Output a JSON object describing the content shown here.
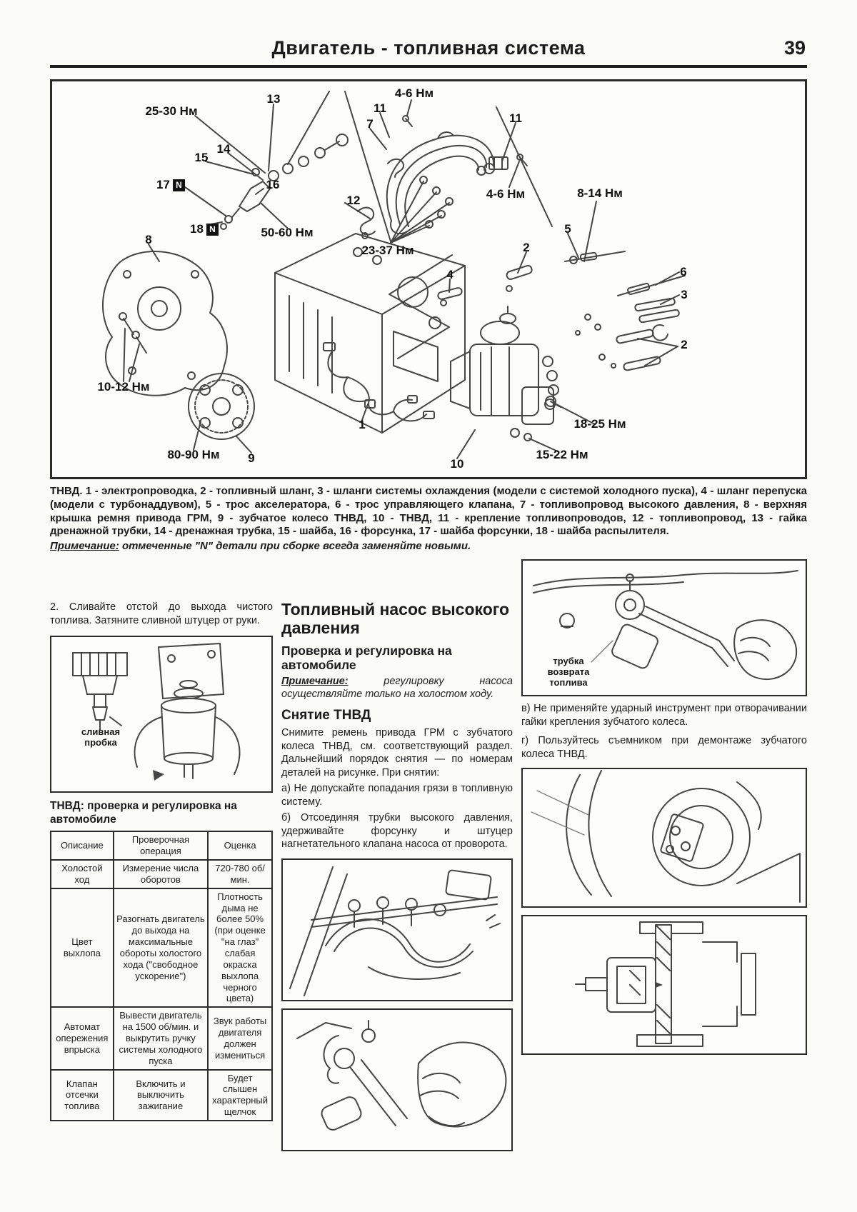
{
  "header": {
    "title": "Двигатель - топливная система",
    "page_number": "39"
  },
  "figure": {
    "badge": "N",
    "labels": [
      "25-30 Нм",
      "13",
      "4-6 Нм",
      "11",
      "7",
      "11",
      "14",
      "15",
      "17",
      "16",
      "12",
      "4-6 Нм",
      "8-14 Нм",
      "18",
      "50-60 Нм",
      "23-37 Нм",
      "8",
      "5",
      "2",
      "4",
      "6",
      "3",
      "2",
      "10-12 Нм",
      "1",
      "18-25 Нм",
      "80-90 Нм",
      "9",
      "10",
      "15-22 Нм"
    ]
  },
  "caption": {
    "text": "ТНВД. 1 - электропроводка, 2 - топливный шланг, 3 - шланги системы охлаждения (модели с системой холодного пуска), 4 - шланг перепуска (модели с турбонаддувом), 5 - трос акселератора, 6 - трос управляющего клапана, 7 - топливопровод высокого давления, 8 - верхняя крышка ремня привода ГРМ, 9 - зубчатое колесо ТНВД, 10 - ТНВД, 11 - крепление топливопроводов, 12 - топливопровод, 13 - гайка дренажной трубки, 14 - дренажная трубка, 15 - шайба, 16 - форсунка, 17 - шайба форсунки, 18 - шайба распылителя.",
    "note_label": "Примечание:",
    "note_text": " отмеченные \"N\" детали при сборке всегда заменяйте новыми."
  },
  "left": {
    "intro": "2. Сливайте отстой до выхода чистого топлива. Затяните сливной штуцер от руки.",
    "filter_label": "сливная пробка",
    "table_title": "ТНВД: проверка и регулировка на автомобиле",
    "table": {
      "headers": [
        "Описание",
        "Проверочная операция",
        "Оценка"
      ],
      "rows": [
        [
          "Холостой ход",
          "Измерение числа оборотов",
          "720-780 об/мин."
        ],
        [
          "Цвет выхлопа",
          "Разогнать двигатель до выхода на максимальные обороты холостого хода (\"свободное ускорение\")",
          "Плотность дыма не более 50% (при оценке \"на глаз\" слабая окраска выхлопа черного цвета)"
        ],
        [
          "Автомат опережения впрыска",
          "Вывести двигатель на 1500 об/мин. и выкрутить ручку системы холодного пуска",
          "Звук работы двигателя должен измениться"
        ],
        [
          "Клапан отсечки топлива",
          "Включить и выключить зажигание",
          "Будет слышен характерный щелчок"
        ]
      ]
    }
  },
  "middle": {
    "heading": "Топливный насос высокого давления",
    "subheading": "Проверка и регулировка на автомобиле",
    "note_label": "Примечание:",
    "note_text": " регулировку насоса осуществляйте только на холостом ходу.",
    "section_heading": "Снятие ТНВД",
    "paragraph": "Снимите ремень привода ГРМ с зубчатого колеса ТНВД, см. соответствующий раздел. Дальнейший порядок снятия — по номерам деталей на рисунке. При снятии:",
    "item_a": "а) Не допускайте попадания грязи в топливную систему.",
    "item_b": "б) Отсоединяя трубки высокого давления, удерживайте форсунку и штуцер нагнетательного клапана насоса от проворота."
  },
  "right": {
    "figure_label": "трубка возврата топлива",
    "item_v": "в) Не применяйте ударный инструмент при отворачивании гайки крепления зубчатого колеса.",
    "item_g": "г) Пользуйтесь съемником при демонтаже зубчатого колеса ТНВД."
  }
}
